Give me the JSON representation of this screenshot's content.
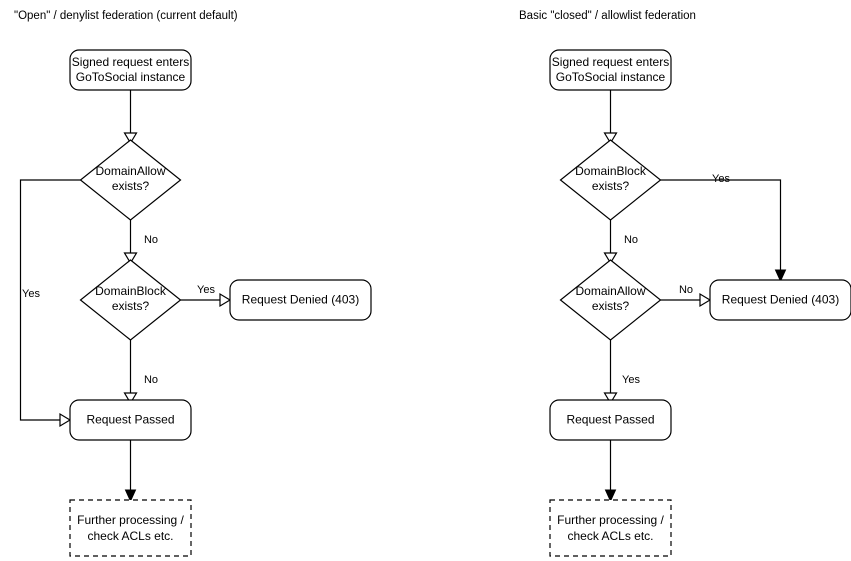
{
  "diagram": {
    "type": "flowchart",
    "columns": [
      {
        "id": "open-federation",
        "title": "\"Open\" / denylist federation (current default)",
        "nodes": [
          {
            "id": "start",
            "shape": "rounded-rect",
            "label_line1": "Signed request enters",
            "label_line2": "GoToSocial instance"
          },
          {
            "id": "domain-allow",
            "shape": "diamond",
            "label_line1": "DomainAllow",
            "label_line2": "exists?"
          },
          {
            "id": "domain-block",
            "shape": "diamond",
            "label_line1": "DomainBlock",
            "label_line2": "exists?"
          },
          {
            "id": "request-denied",
            "shape": "rounded-rect",
            "label_line1": "Request Denied (403)",
            "label_line2": ""
          },
          {
            "id": "request-passed",
            "shape": "rounded-rect",
            "label_line1": "Request Passed",
            "label_line2": ""
          },
          {
            "id": "further-processing",
            "shape": "dashed-rect",
            "label_line1": "Further processing /",
            "label_line2": "check ACLs etc."
          }
        ],
        "edges": [
          {
            "from": "start",
            "to": "domain-allow",
            "label": ""
          },
          {
            "from": "domain-allow",
            "to": "request-passed",
            "label": "Yes"
          },
          {
            "from": "domain-allow",
            "to": "domain-block",
            "label": "No"
          },
          {
            "from": "domain-block",
            "to": "request-denied",
            "label": "Yes"
          },
          {
            "from": "domain-block",
            "to": "request-passed",
            "label": "No"
          },
          {
            "from": "request-passed",
            "to": "further-processing",
            "label": ""
          }
        ]
      },
      {
        "id": "closed-federation",
        "title": "Basic \"closed\" / allowlist federation",
        "nodes": [
          {
            "id": "start",
            "shape": "rounded-rect",
            "label_line1": "Signed request enters",
            "label_line2": "GoToSocial instance"
          },
          {
            "id": "domain-block",
            "shape": "diamond",
            "label_line1": "DomainBlock",
            "label_line2": "exists?"
          },
          {
            "id": "domain-allow",
            "shape": "diamond",
            "label_line1": "DomainAllow",
            "label_line2": "exists?"
          },
          {
            "id": "request-denied",
            "shape": "rounded-rect",
            "label_line1": "Request Denied (403)",
            "label_line2": ""
          },
          {
            "id": "request-passed",
            "shape": "rounded-rect",
            "label_line1": "Request Passed",
            "label_line2": ""
          },
          {
            "id": "further-processing",
            "shape": "dashed-rect",
            "label_line1": "Further processing /",
            "label_line2": "check ACLs etc."
          }
        ],
        "edges": [
          {
            "from": "start",
            "to": "domain-block",
            "label": ""
          },
          {
            "from": "domain-block",
            "to": "request-denied",
            "label": "Yes"
          },
          {
            "from": "domain-block",
            "to": "domain-allow",
            "label": "No"
          },
          {
            "from": "domain-allow",
            "to": "request-denied",
            "label": "No"
          },
          {
            "from": "domain-allow",
            "to": "request-passed",
            "label": "Yes"
          },
          {
            "from": "request-passed",
            "to": "further-processing",
            "label": ""
          }
        ]
      }
    ]
  },
  "colors": {
    "stroke": "#000000",
    "fill": "#ffffff",
    "text": "#000000",
    "background": "#ffffff"
  }
}
